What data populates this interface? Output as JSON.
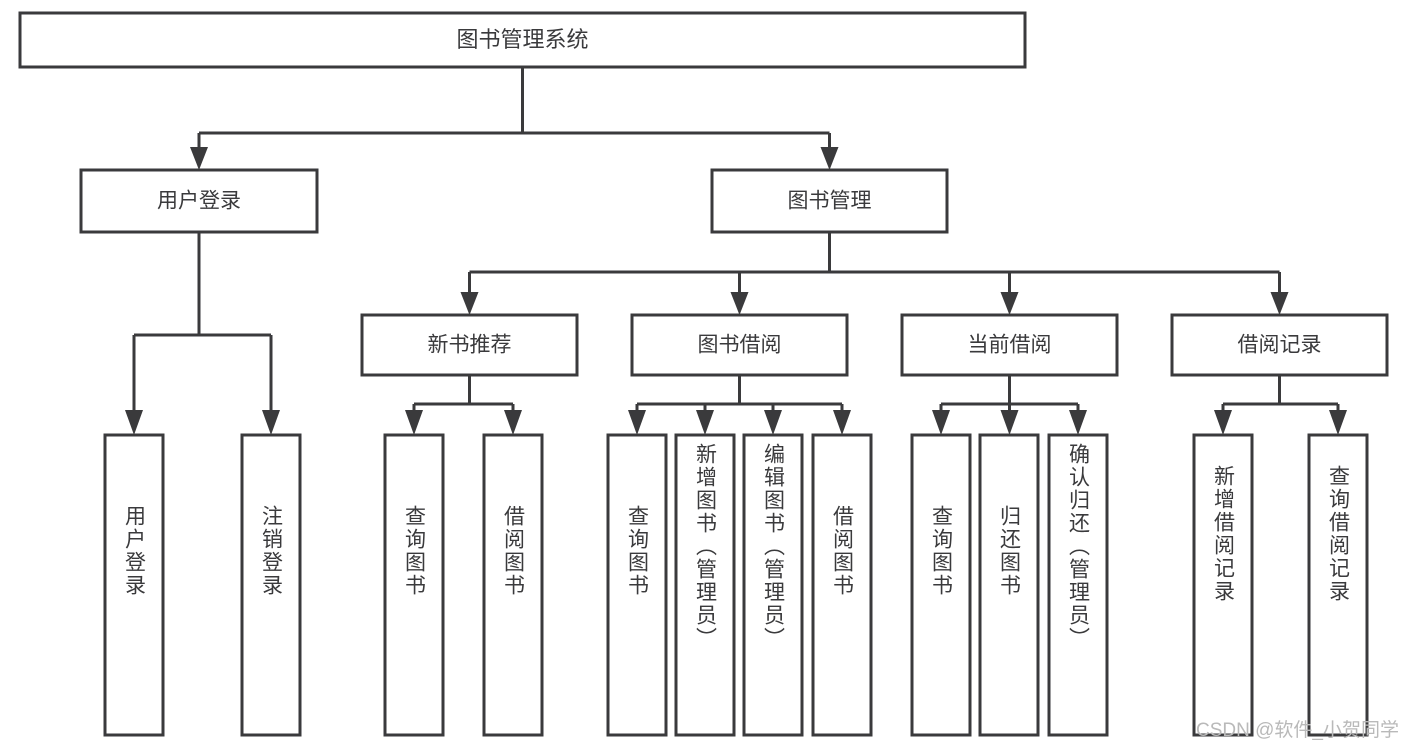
{
  "diagram": {
    "type": "tree-hierarchy",
    "title": "图书管理系统",
    "colors": {
      "stroke": "#3a3a3c",
      "fill": "#ffffff",
      "text": "#3a3a3c",
      "watermark": "#b9b9b9",
      "background": "#ffffff"
    },
    "root": {
      "id": "root",
      "label": "图书管理系统"
    },
    "level2": [
      {
        "id": "user-login",
        "label": "用户登录"
      },
      {
        "id": "book-manage",
        "label": "图书管理"
      }
    ],
    "level3": [
      {
        "id": "new-book-recommend",
        "label": "新书推荐"
      },
      {
        "id": "book-borrow",
        "label": "图书借阅"
      },
      {
        "id": "current-borrow",
        "label": "当前借阅"
      },
      {
        "id": "borrow-record",
        "label": "借阅记录"
      }
    ],
    "leaves": {
      "user-login": [
        {
          "id": "leaf-user-login",
          "label": "用户登录"
        },
        {
          "id": "leaf-user-logout",
          "label": "注销登录"
        }
      ],
      "new-book-recommend": [
        {
          "id": "leaf-query-book-1",
          "label": "查询图书"
        },
        {
          "id": "leaf-borrow-book-1",
          "label": "借阅图书"
        }
      ],
      "book-borrow": [
        {
          "id": "leaf-query-book-2",
          "label": "查询图书"
        },
        {
          "id": "leaf-add-book",
          "label": "新增图书（管理员）"
        },
        {
          "id": "leaf-edit-book",
          "label": "编辑图书（管理员）"
        },
        {
          "id": "leaf-borrow-book-2",
          "label": "借阅图书"
        }
      ],
      "current-borrow": [
        {
          "id": "leaf-query-book-3",
          "label": "查询图书"
        },
        {
          "id": "leaf-return-book",
          "label": "归还图书"
        },
        {
          "id": "leaf-confirm-return",
          "label": "确认归还（管理员）"
        }
      ],
      "borrow-record": [
        {
          "id": "leaf-add-record",
          "label": "新增借阅记录"
        },
        {
          "id": "leaf-query-record",
          "label": "查询借阅记录"
        }
      ]
    }
  },
  "watermark": {
    "text": "CSDN @软件_小贺同学"
  }
}
